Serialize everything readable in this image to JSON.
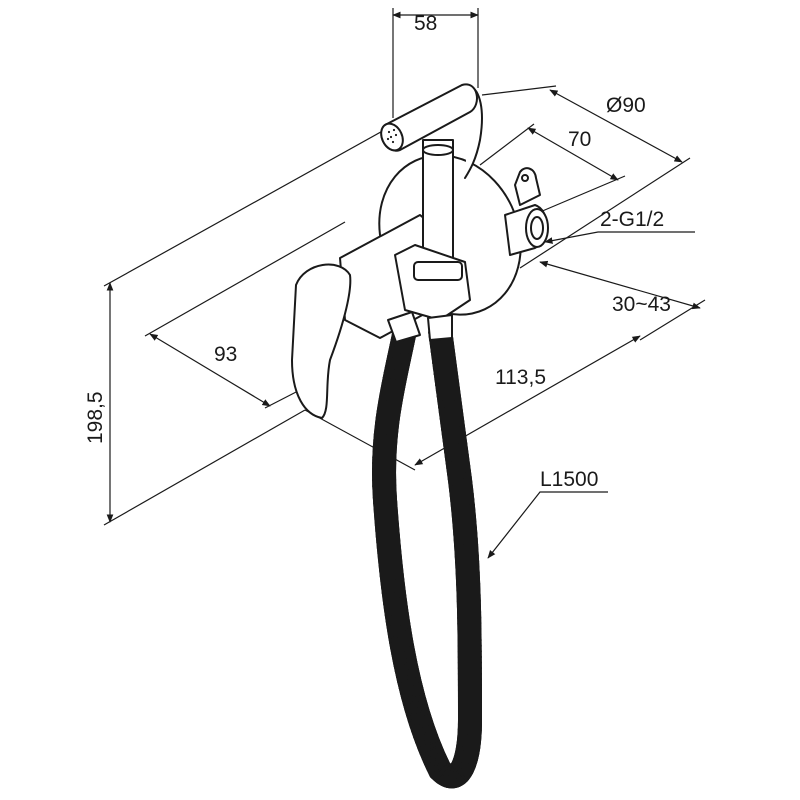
{
  "dimensions": {
    "width_handshower": "58",
    "plate_diameter": "Ø90",
    "inlet_spacing": "70",
    "inlet_thread": "2-G1/2",
    "wall_depth_range": "30~43",
    "lever_depth": "93",
    "body_length": "113,5",
    "total_height": "198,5",
    "hose_length": "L1500"
  },
  "colors": {
    "line": "#1a1a1a",
    "background": "#ffffff"
  }
}
